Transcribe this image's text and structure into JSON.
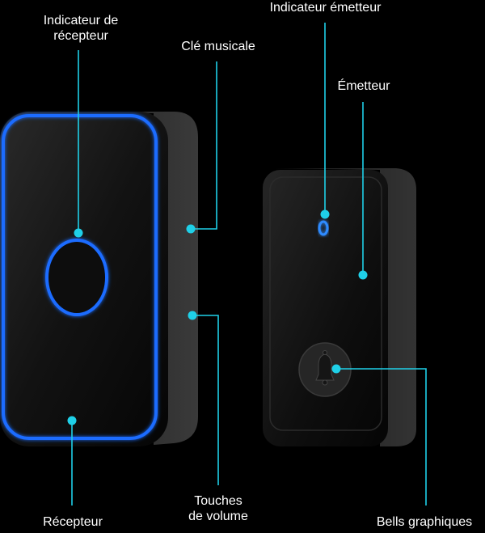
{
  "labels": {
    "receiver_indicator_line1": "Indicateur de",
    "receiver_indicator_line2": "récepteur",
    "music_key": "Clé musicale",
    "transmitter_indicator": "Indicateur émetteur",
    "transmitter": "Émetteur",
    "receiver": "Récepteur",
    "volume_keys_line1": "Touches",
    "volume_keys_line2": "de volume",
    "bell_graphics": "Bells graphiques"
  },
  "colors": {
    "background": "#000000",
    "accent": "#1fd0e8",
    "receiver_glow": "#1a6cff",
    "device_body": "#141414"
  },
  "icons": {
    "bell_button": "bell-icon"
  }
}
